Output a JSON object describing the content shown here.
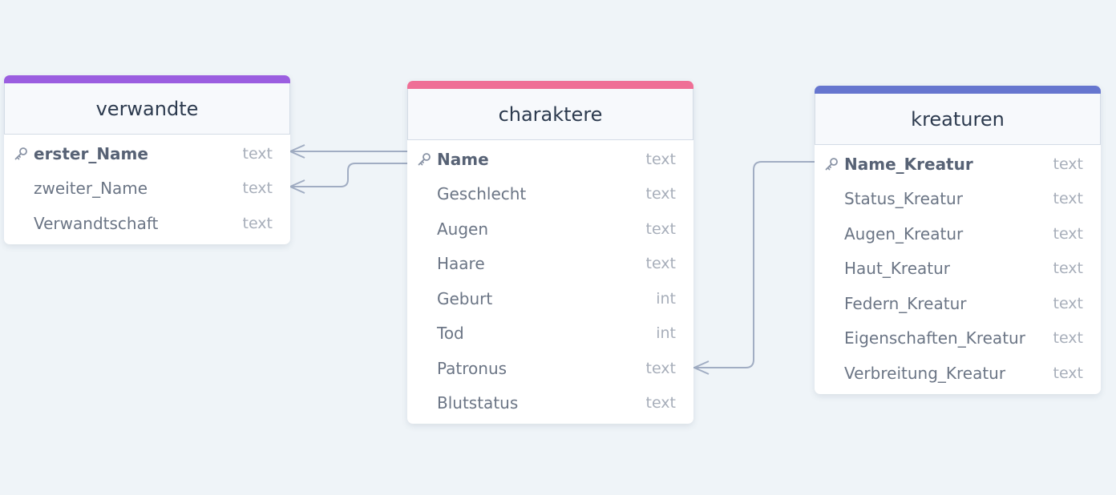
{
  "colors": {
    "verwandte_accent": "#9b5ee0",
    "charaktere_accent": "#ef6f96",
    "kreaturen_accent": "#6676cf",
    "edge": "#a1adc3",
    "background": "#eff4f8"
  },
  "tables": {
    "verwandte": {
      "name": "verwandte",
      "fields": [
        {
          "name": "erster_Name",
          "type": "text",
          "pk": true
        },
        {
          "name": "zweiter_Name",
          "type": "text",
          "pk": false
        },
        {
          "name": "Verwandtschaft",
          "type": "text",
          "pk": false
        }
      ]
    },
    "charaktere": {
      "name": "charaktere",
      "fields": [
        {
          "name": "Name",
          "type": "text",
          "pk": true
        },
        {
          "name": "Geschlecht",
          "type": "text",
          "pk": false
        },
        {
          "name": "Augen",
          "type": "text",
          "pk": false
        },
        {
          "name": "Haare",
          "type": "text",
          "pk": false
        },
        {
          "name": "Geburt",
          "type": "int",
          "pk": false
        },
        {
          "name": "Tod",
          "type": "int",
          "pk": false
        },
        {
          "name": "Patronus",
          "type": "text",
          "pk": false
        },
        {
          "name": "Blutstatus",
          "type": "text",
          "pk": false
        }
      ]
    },
    "kreaturen": {
      "name": "kreaturen",
      "fields": [
        {
          "name": "Name_Kreatur",
          "type": "text",
          "pk": true
        },
        {
          "name": "Status_Kreatur",
          "type": "text",
          "pk": false
        },
        {
          "name": "Augen_Kreatur",
          "type": "text",
          "pk": false
        },
        {
          "name": "Haut_Kreatur",
          "type": "text",
          "pk": false
        },
        {
          "name": "Federn_Kreatur",
          "type": "text",
          "pk": false
        },
        {
          "name": "Eigenschaften_Kreatur",
          "type": "text",
          "pk": false
        },
        {
          "name": "Verbreitung_Kreatur",
          "type": "text",
          "pk": false
        }
      ]
    }
  },
  "relationships": [
    {
      "from": "verwandte.erster_Name",
      "to": "charaktere.Name",
      "cardinality": "many-to-one"
    },
    {
      "from": "verwandte.zweiter_Name",
      "to": "charaktere.Name",
      "cardinality": "many-to-one"
    },
    {
      "from": "charaktere.Patronus",
      "to": "kreaturen.Name_Kreatur",
      "cardinality": "many-to-one"
    }
  ]
}
